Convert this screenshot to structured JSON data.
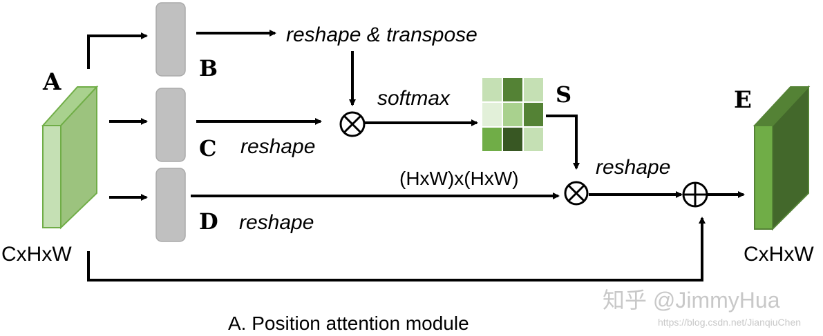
{
  "diagram": {
    "caption": "A. Position attention module",
    "labels": {
      "A": "A",
      "B": "B",
      "C": "C",
      "D": "D",
      "S": "S",
      "E": "E"
    },
    "input_dims": "CxHxW",
    "output_dims": "CxHxW",
    "ops": {
      "reshape_transpose": "reshape & transpose",
      "softmax": "softmax",
      "reshape_c": "reshape",
      "reshape_d": "reshape",
      "reshape_s": "reshape",
      "attention_dims": "(HxW)x(HxW)"
    },
    "symbols": {
      "multiply": "⊗",
      "add": "⊕"
    },
    "watermark": {
      "line1": "知乎 @JimmyHua",
      "line2": "https://blog.csdn.net/JianqiuChen"
    },
    "colors": {
      "feature_light": "#a9d18e",
      "feature_dark": "#548235",
      "conv_gray": "#c0c0c0",
      "attention_cells": [
        [
          "#c5e0b4",
          "#548235",
          "#c5e0b4"
        ],
        [
          "#e2f0d9",
          "#a9d18e",
          "#548235"
        ],
        [
          "#70ad47",
          "#385723",
          "#c5e0b4"
        ]
      ]
    }
  }
}
